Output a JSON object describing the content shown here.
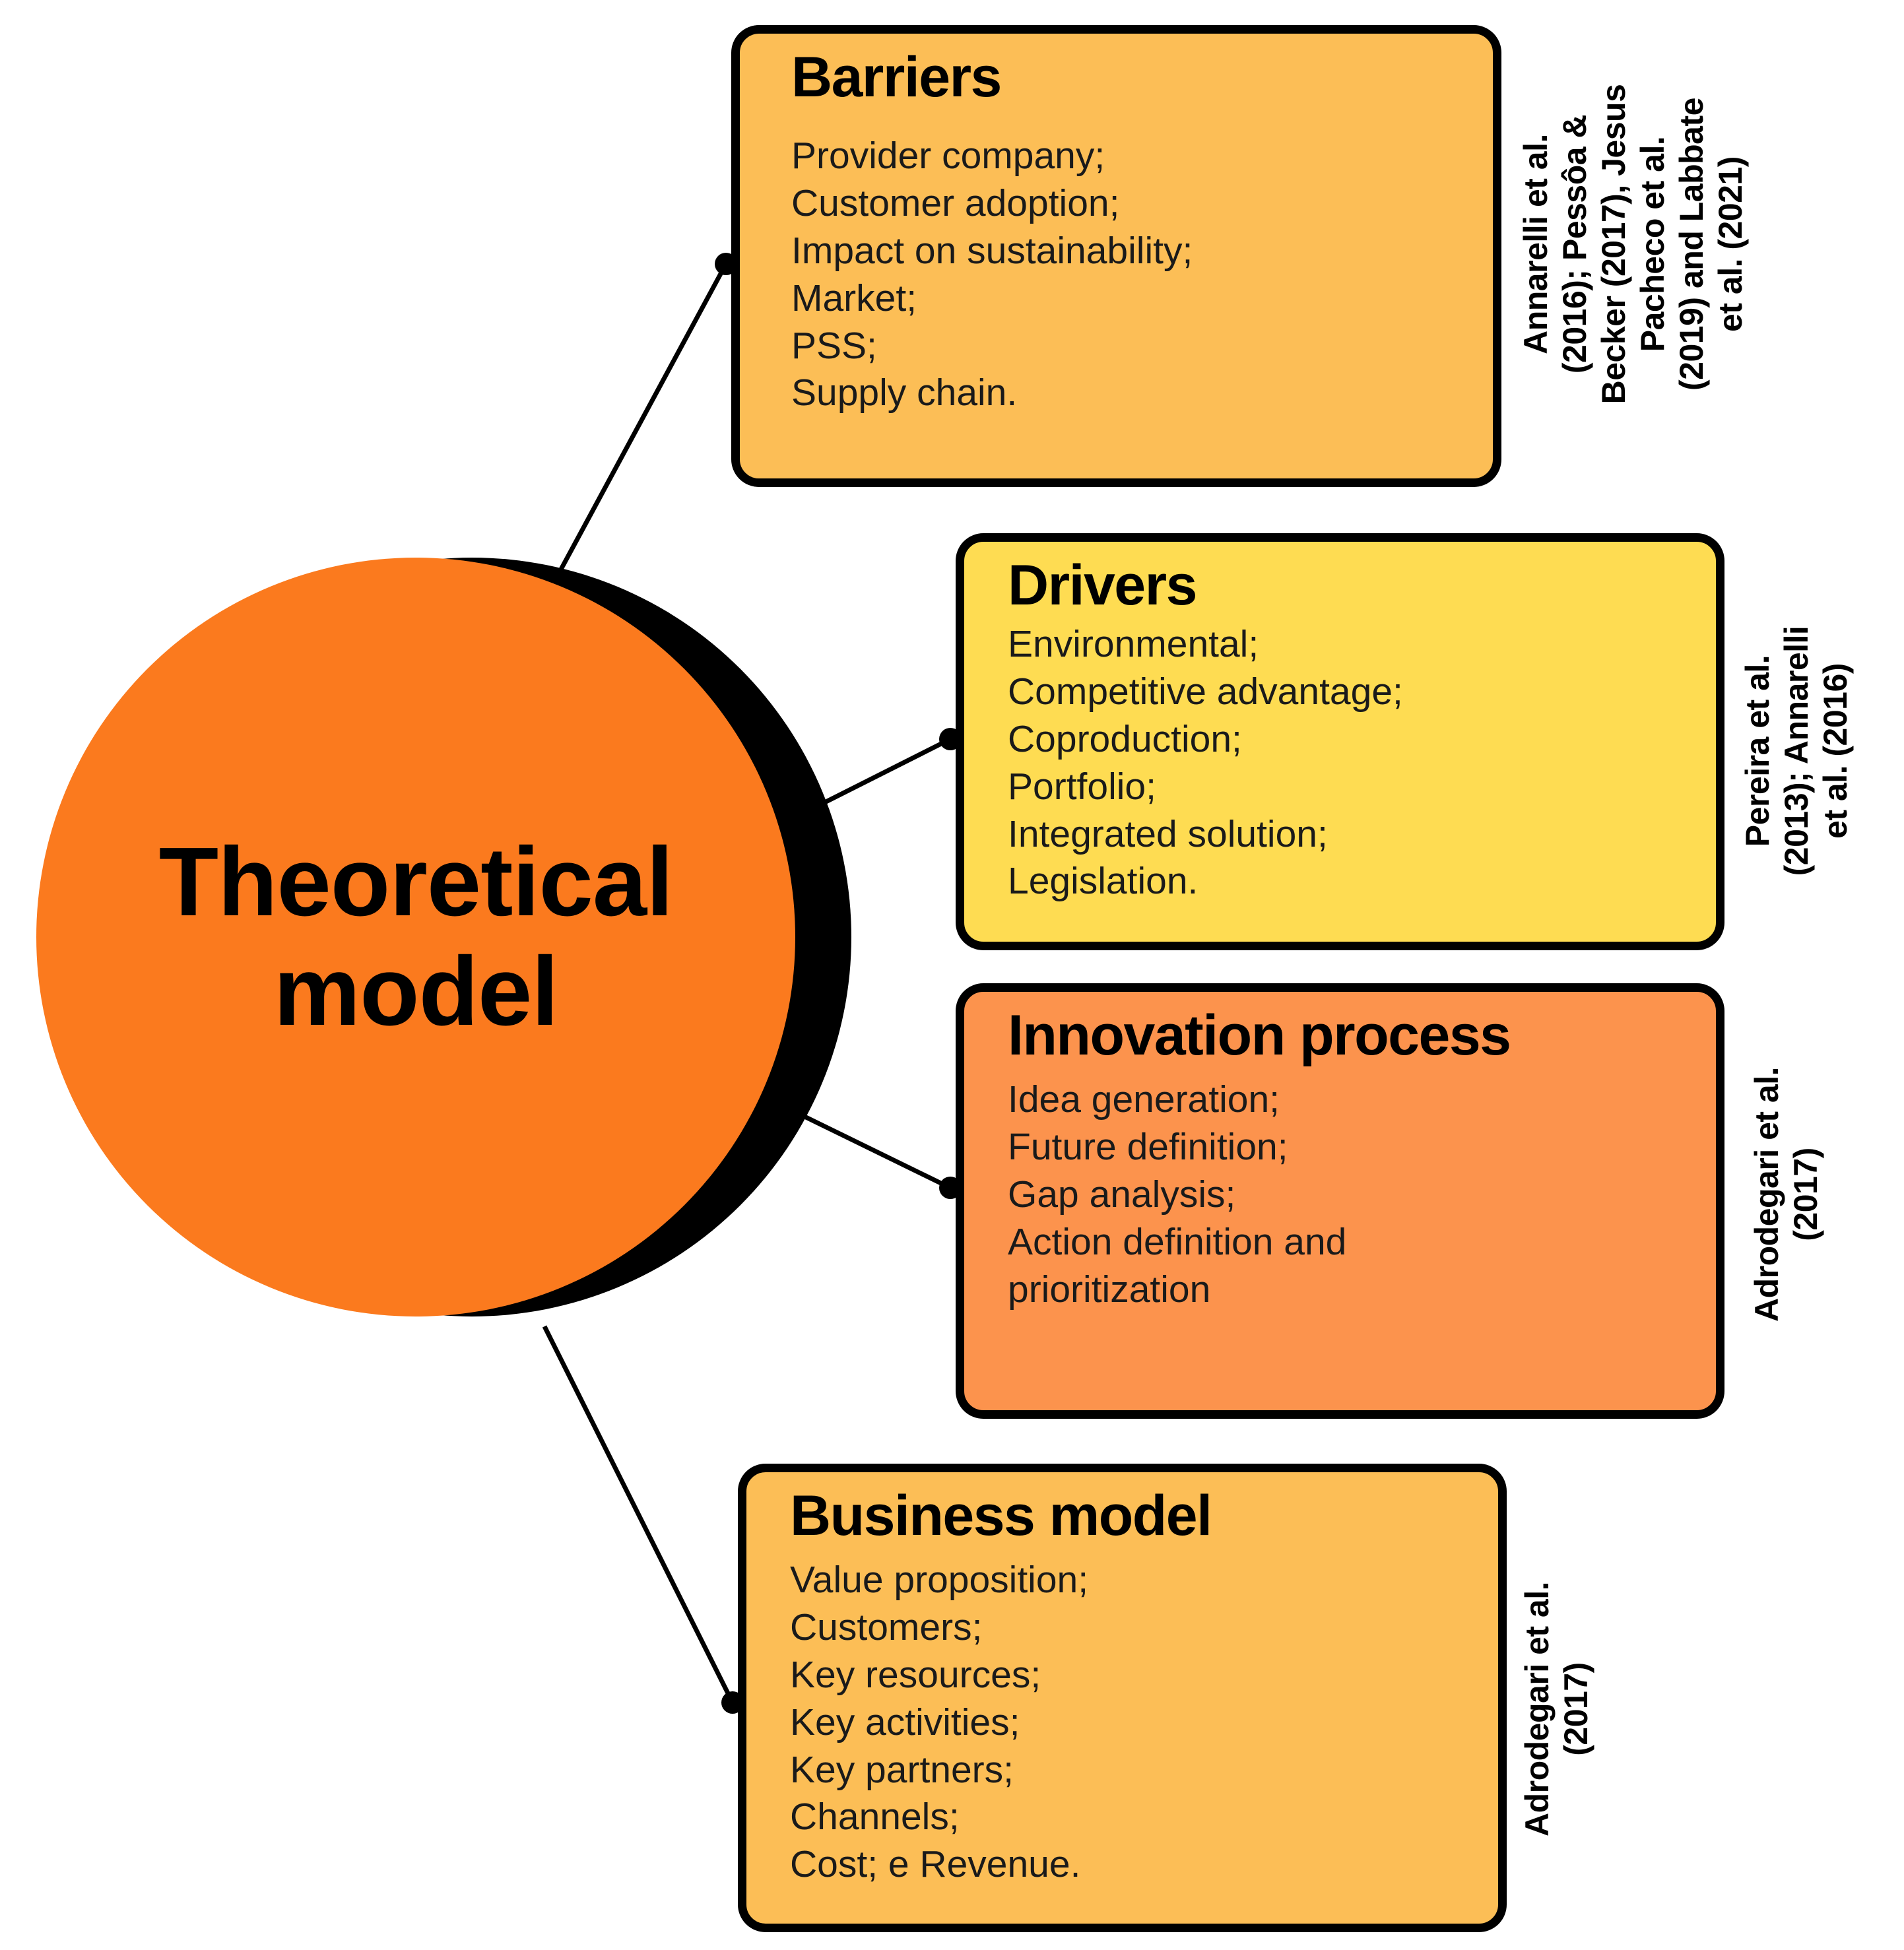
{
  "center": {
    "label": "Theoretical model",
    "fill": "#FB7A1E",
    "shadow": "#000000"
  },
  "nodes": [
    {
      "id": "barriers",
      "title": "Barriers",
      "fill": "#FCBE56",
      "items": [
        "Provider company;",
        "Customer adoption;",
        "Impact on sustainability;",
        "Market;",
        "PSS;",
        "Supply chain."
      ],
      "citation": "Annarelli et al.\n(2016); Pessôa &\nBecker (2017), Jesus\nPacheco et al.\n(2019) and Labbate\net al. (2021)"
    },
    {
      "id": "drivers",
      "title": "Drivers",
      "fill": "#FEDC52",
      "items": [
        "Environmental;",
        "Competitive advantage;",
        "Coproduction;",
        "Portfolio;",
        "Integrated solution;",
        "Legislation."
      ],
      "citation": "Pereira et al.\n(2013); Annarelli\net al. (2016)"
    },
    {
      "id": "innovation",
      "title": "Innovation process",
      "fill": "#FC934D",
      "items": [
        "Idea generation;",
        "Future definition;",
        "Gap analysis;",
        "Action definition and",
        "prioritization"
      ],
      "citation": "Adrodegari et al.\n(2017)"
    },
    {
      "id": "business",
      "title": "Business model",
      "fill": "#FCBE56",
      "items": [
        "Value proposition;",
        "Customers;",
        "Key resources;",
        "Key activities;",
        "Key partners;",
        "Channels;",
        "Cost; e Revenue."
      ],
      "citation": "Adrodegari et al.\n(2017)"
    }
  ],
  "connectors": {
    "stroke": "#000000",
    "dot_fill": "#000000"
  }
}
